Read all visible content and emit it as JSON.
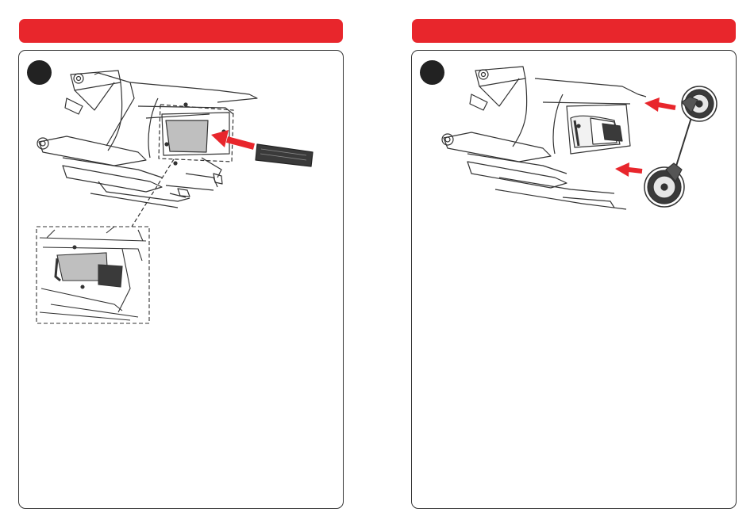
{
  "page": {
    "left_header": {
      "title": ""
    },
    "right_header": {
      "title": ""
    },
    "left_step": {
      "number": ""
    },
    "right_step": {
      "number": ""
    }
  },
  "colors": {
    "accent": "#e8262c",
    "badge": "#222222",
    "frame_line": "#333333",
    "fabric_gray": "#bfbfbf",
    "bar_dark": "#3a3a3a"
  },
  "illustrations": [
    {
      "panel": "left",
      "contents": [
        "stroller-frame",
        "fabric-seat",
        "foam-bar",
        "insert-arrow",
        "zoom-detail"
      ]
    },
    {
      "panel": "right",
      "contents": [
        "stroller-frame",
        "folded-fabric",
        "rear-wheel-axle",
        "attach-arrows"
      ]
    }
  ]
}
